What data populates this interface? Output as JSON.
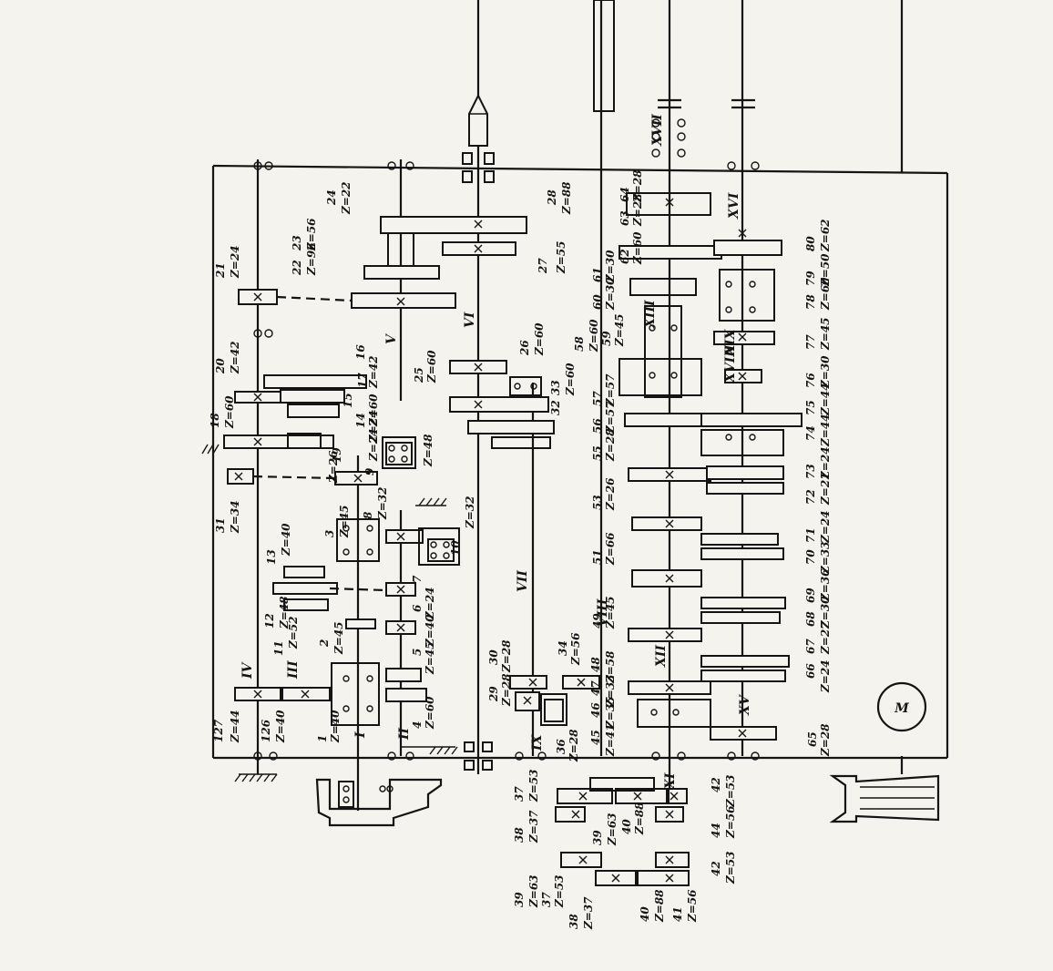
{
  "motor": {
    "label": "M"
  },
  "shaft_labels": [
    "I",
    "II",
    "III",
    "IV",
    "V",
    "VI",
    "VII",
    "VIII",
    "IX",
    "XI",
    "XII",
    "XIII",
    "XV",
    "XVI",
    "XVII",
    "XVIII",
    "XIX"
  ],
  "gear_labels": {
    "g1": "1",
    "g1z": "Z=40",
    "g2": "2",
    "g2z": "Z=45",
    "g3": "3",
    "g3z": "Z=45",
    "g4": "4",
    "g4z": "Z=60",
    "g5": "5",
    "g5z": "Z=45",
    "g6": "6",
    "g6z": "Z=40",
    "g7": "7",
    "g7z": "Z=24",
    "g8": "8",
    "g8z": "Z=32",
    "g9": "9",
    "g9z": "Z=48",
    "g10": "10",
    "g10z": "Z=32",
    "g11": "11",
    "g11z": "Z=52",
    "g12": "12",
    "g12z": "Z=48",
    "g13": "13",
    "g13z": "Z=40",
    "g14": "14",
    "g14z": "Z=24",
    "g15": "15",
    "g15z": "Z=24",
    "g16": "16",
    "g16z": "Z=60",
    "g17": "17",
    "g17z": "Z=42",
    "g18": "18",
    "g18z": "Z=60",
    "g19": "19",
    "g19z": "Z=26",
    "g20": "20",
    "g20z": "Z=42",
    "g21": "21",
    "g21z": "Z=24",
    "g22": "22",
    "g22z": "Z=96",
    "g23": "23",
    "g23z": "Z=56",
    "g24": "24",
    "g24z": "Z=22",
    "g25": "25",
    "g25z": "Z=60",
    "g26": "26",
    "g26z": "Z=60",
    "g27": "27",
    "g27z": "Z=55",
    "g28": "28",
    "g28z": "Z=88",
    "g29": "29",
    "g29z": "Z=28",
    "g30": "30",
    "g30z": "Z=28",
    "g31": "31",
    "g31z": "Z=34",
    "g32": "32",
    "g33": "33",
    "g33z": "Z=60",
    "g34": "34",
    "g34z": "Z=56",
    "g126": "126",
    "g126z": "Z=40",
    "g127": "127",
    "g127z": "Z=44",
    "g36": "36",
    "g36z": "Z=28",
    "g45": "45",
    "g45z": "Z=41",
    "g46": "46",
    "g46z": "Z=35",
    "g47": "47",
    "g47z": "Z=33",
    "g48": "48",
    "g48z": "Z=58",
    "g49": "49",
    "g49z": "Z=45",
    "g51": "51",
    "g51z": "Z=66",
    "g53": "53",
    "g53z": "Z=26",
    "g55": "55",
    "g55z": "Z=28",
    "g56": "56",
    "g56z": "Z=57",
    "g57": "57",
    "g57z": "Z=57",
    "g58": "58",
    "g58z": "Z=60",
    "g59": "59",
    "g59z": "Z=45",
    "g60": "60",
    "g60z": "Z=30",
    "g61": "61",
    "g61z": "Z=30",
    "g62": "62",
    "g62z": "Z=60",
    "g63": "63",
    "g63z": "Z=28",
    "g64": "64",
    "g64z": "Z=28",
    "g65": "65",
    "g65z": "Z=28",
    "g66": "66",
    "g66z": "Z=24",
    "g67": "67",
    "g67z": "Z=27",
    "g68": "68",
    "g68z": "Z=30",
    "g69": "69",
    "g69z": "Z=36",
    "g70": "70",
    "g70z": "Z=33",
    "g71": "71",
    "g71z": "Z=24",
    "g72": "72",
    "g72z": "Z=21",
    "g73": "73",
    "g73z": "Z=24",
    "g74": "74",
    "g74z": "Z=44",
    "g75": "75",
    "g75z": "Z=44",
    "g76": "76",
    "g76z": "Z=30",
    "g77": "77",
    "g77z": "Z=45",
    "g78": "78",
    "g78z": "Z=60",
    "g79": "79",
    "g79z": "Z=50",
    "g80": "80",
    "g80z": "Z=62",
    "g37": "37",
    "g37z": "Z=53",
    "g38": "38",
    "g38z": "Z=37",
    "g39": "39",
    "g39z": "Z=63",
    "g40": "40",
    "g40z": "Z=88",
    "g41": "41",
    "g41z": "Z=56",
    "g42": "42",
    "g42z": "Z=53",
    "g43": "40",
    "g43z": "Z=88",
    "g44": "44",
    "g44z": "Z=56",
    "g37b": "37",
    "g37bz": "Z=53",
    "g38b": "38",
    "g38bz": "Z=37",
    "g39b": "39",
    "g39bz": "Z=63",
    "g40b": "40",
    "g40bz": "Z=88",
    "g41b": "41",
    "g41bz": "Z=56",
    "g42b": "42",
    "g42bz": "Z=53",
    "g39c": "39",
    "g40c": "40"
  }
}
